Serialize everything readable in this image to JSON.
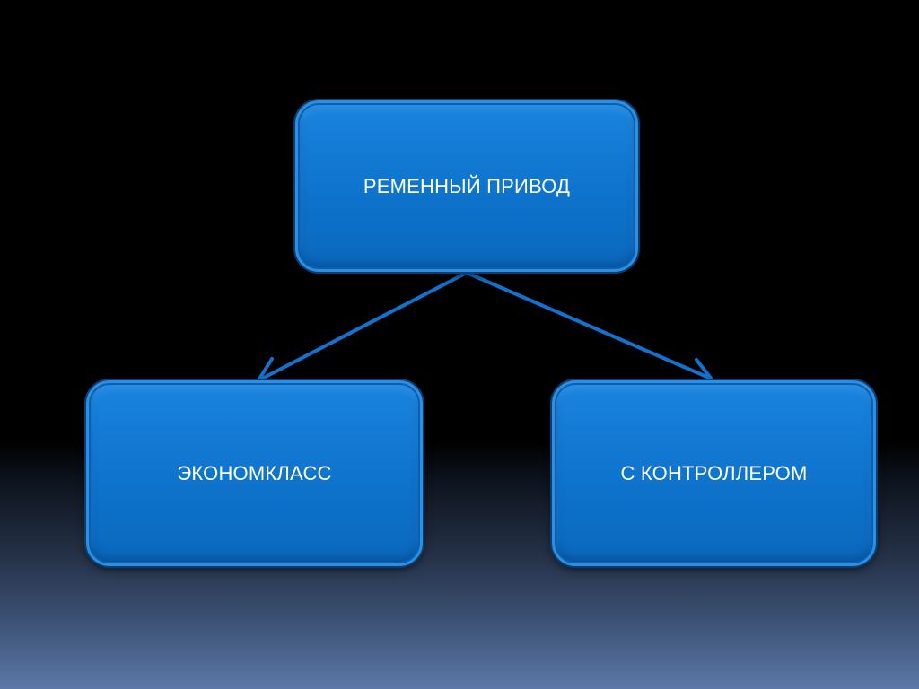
{
  "diagram": {
    "root": {
      "label": "РЕМЕННЫЙ ПРИВОД"
    },
    "children": [
      {
        "label": "ЭКОНОМКЛАСС"
      },
      {
        "label": "С КОНТРОЛЛЕРОМ"
      }
    ]
  },
  "colors": {
    "node_fill": "#0e73cc",
    "node_border": "#2b8fe4",
    "connector": "#1173cf",
    "text": "#ffffff",
    "background_top": "#000000",
    "background_bottom": "#5c78a8"
  }
}
